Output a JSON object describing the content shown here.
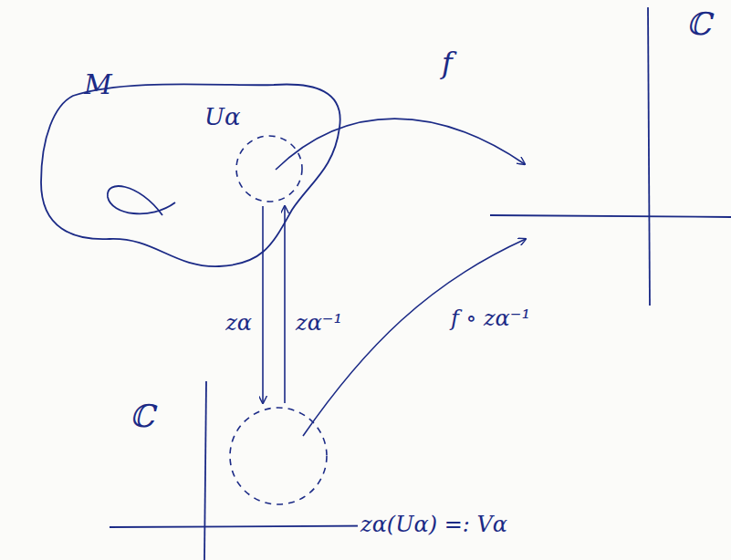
{
  "diagram": {
    "nodes": [
      {
        "text": [
          "M"
        ]
      },
      {
        "text": [
          "Uα"
        ],
        "in": 0
      },
      {
        "text": [
          "zα(Uα) =: Vα"
        ]
      }
    ],
    "edges": [
      {
        "from": 1,
        "to": 2,
        "arrow": "to",
        "label": "zα"
      },
      {
        "from": 2,
        "to": 1,
        "arrow": "to",
        "label": "zα⁻¹"
      }
    ],
    "labels": [
      "f",
      "ℂ",
      "f ∘ zα⁻¹",
      "ℂ"
    ]
  }
}
